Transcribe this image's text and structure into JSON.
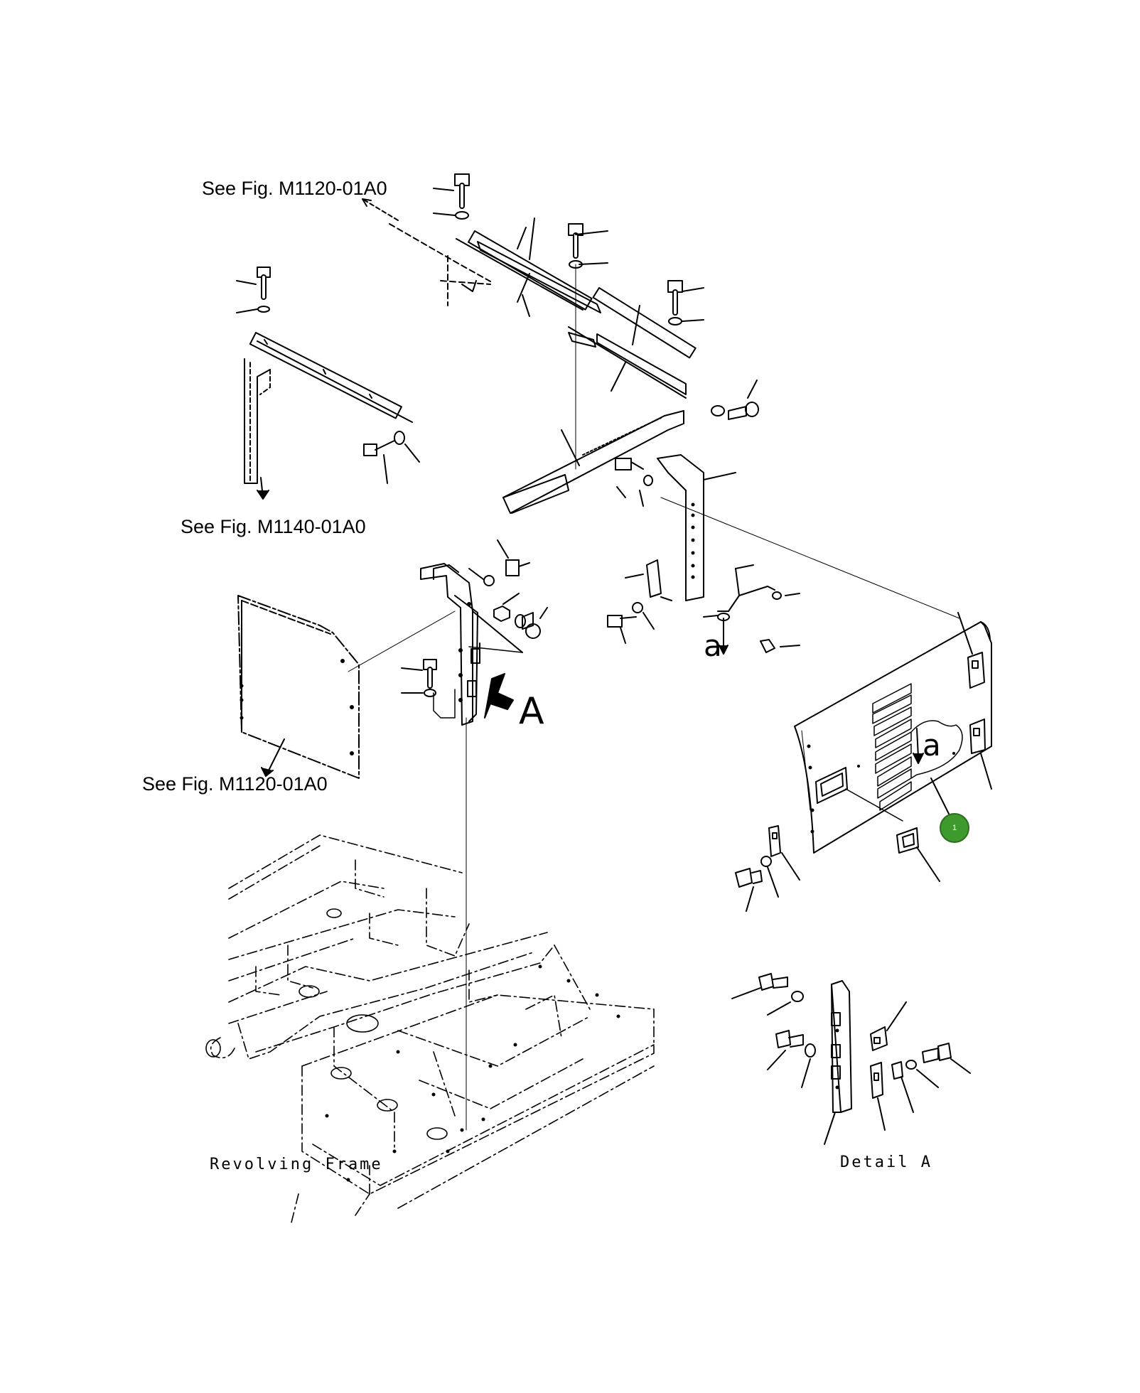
{
  "references": {
    "fig_top": "See Fig. M1120-01A0",
    "fig_left": "See Fig. M1140-01A0",
    "fig_panel": "See Fig. M1120-01A0"
  },
  "labels": {
    "revolving_frame": "Revolving Frame",
    "detail_a": "Detail A",
    "view_arrow_letter": "A",
    "section_a_1": "a",
    "section_a_2": "a"
  },
  "callouts": [
    {
      "number": "1",
      "color": "#3f9a2e"
    }
  ]
}
